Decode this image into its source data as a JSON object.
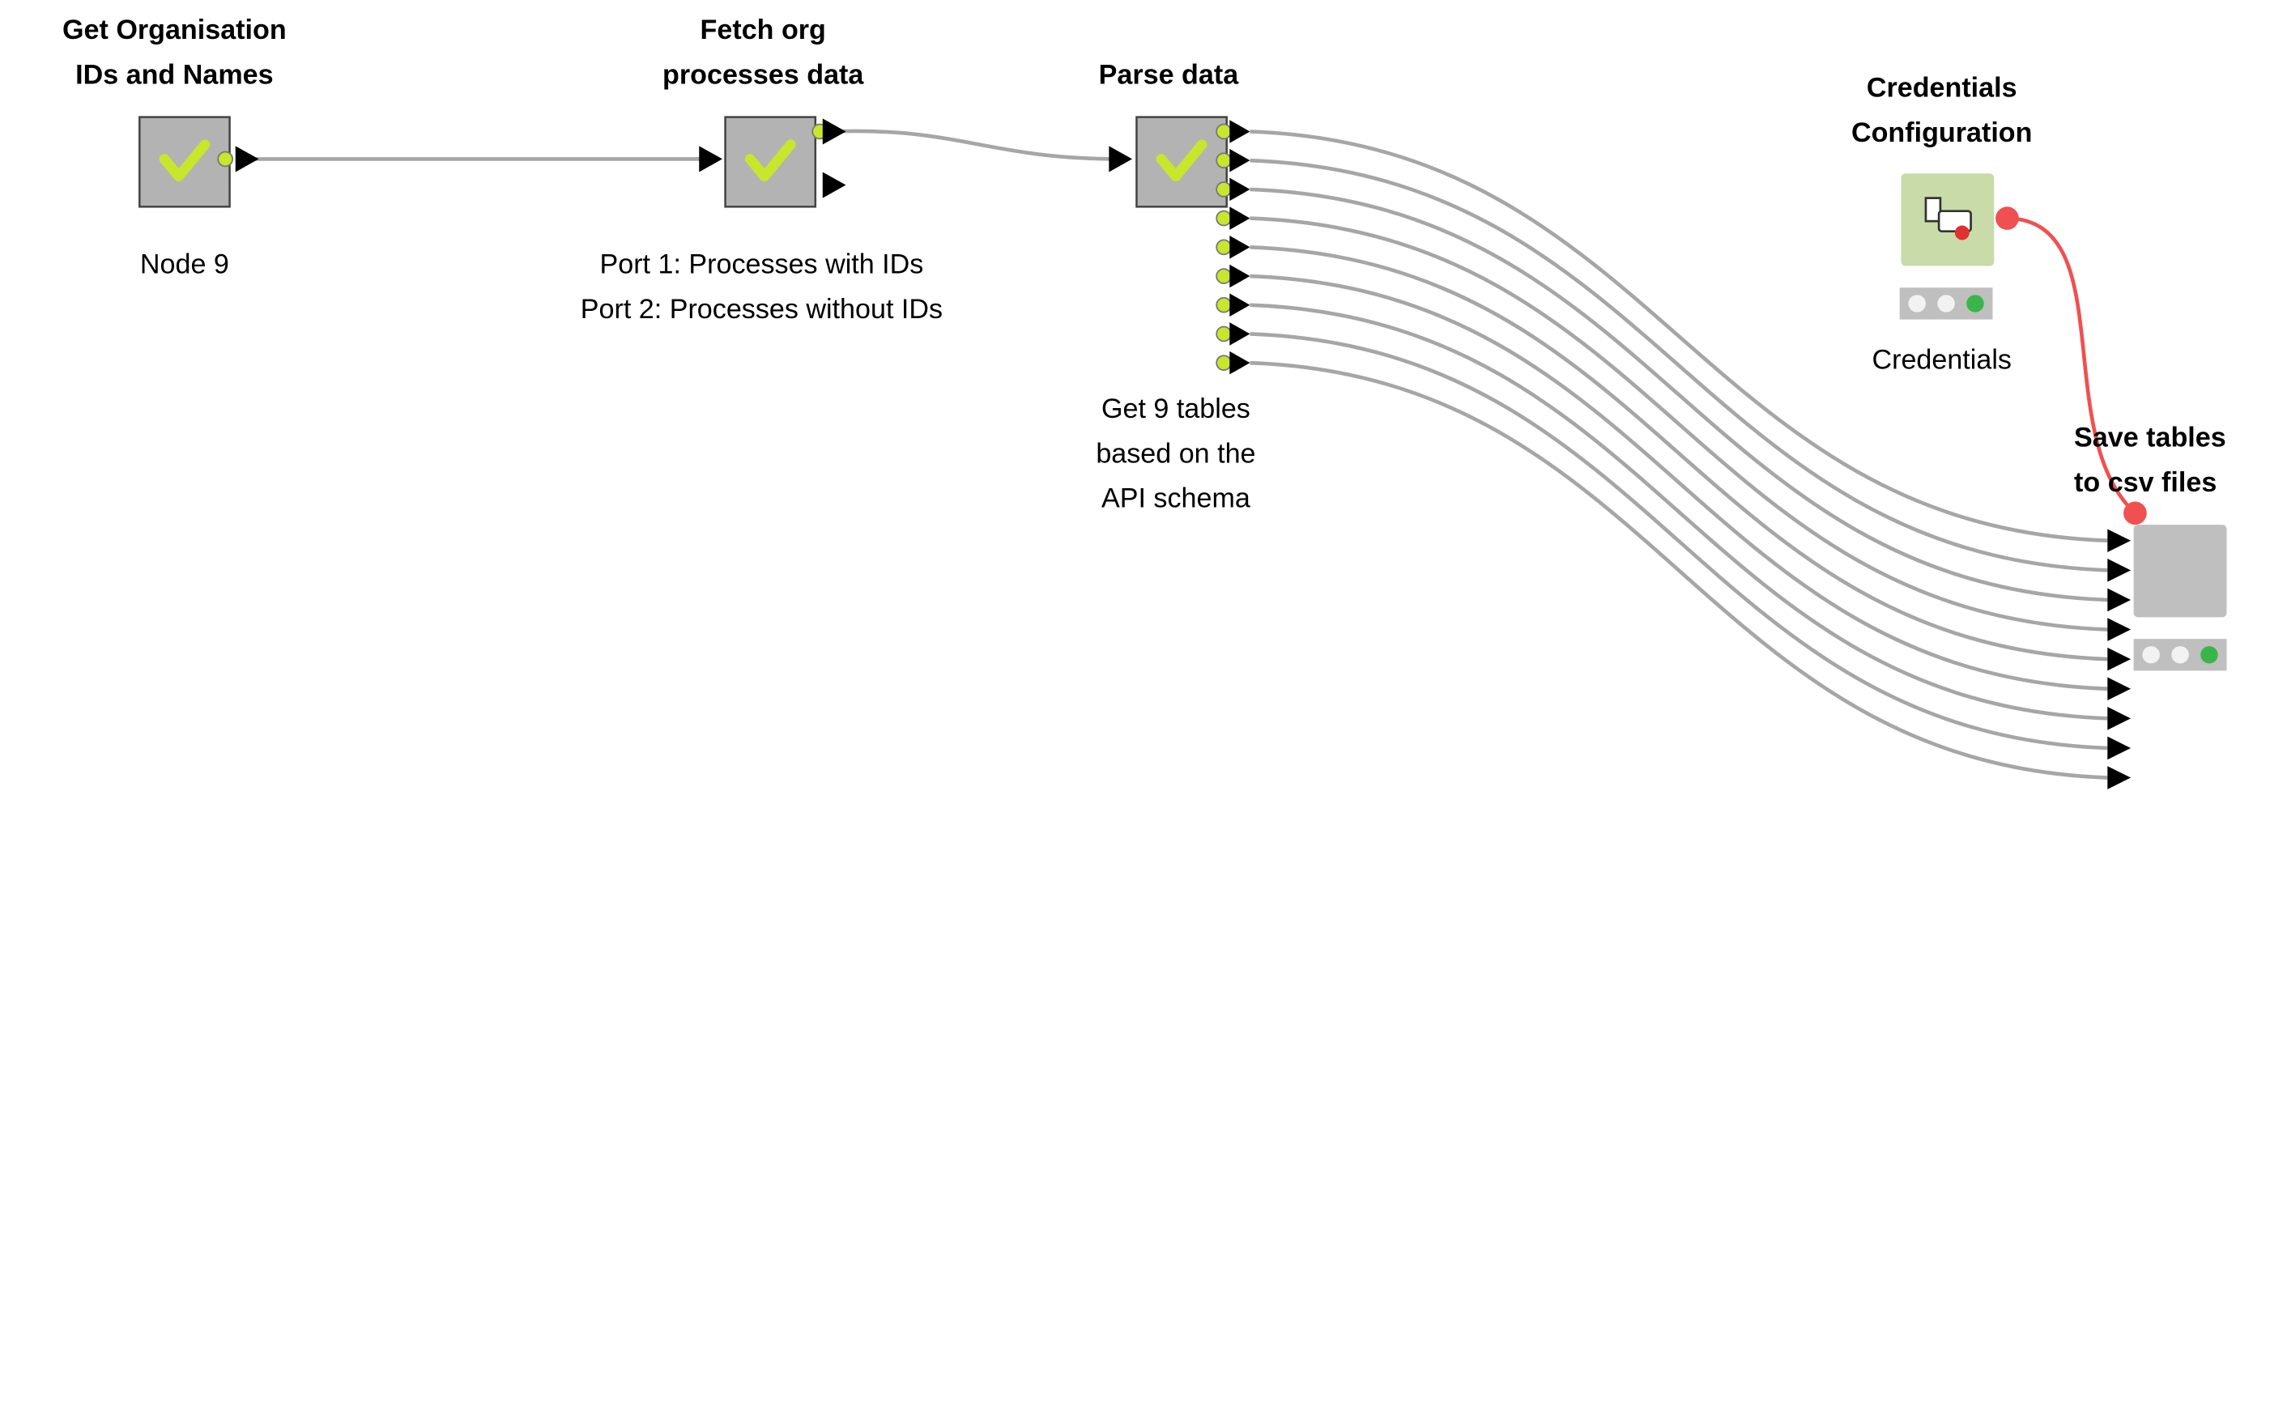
{
  "nodes": [
    {
      "title_lines": [
        "Get Organisation",
        "IDs and Names"
      ],
      "label_lines": [
        "Node 9"
      ]
    },
    {
      "title_lines": [
        "Fetch org",
        "processes data"
      ],
      "label_lines": [
        "Port 1: Processes with IDs",
        "Port 2: Processes without IDs"
      ]
    },
    {
      "title_lines": [
        "Parse data"
      ],
      "label_lines": [
        "Get 9 tables",
        "based on the",
        "API schema"
      ]
    },
    {
      "title_lines": [
        "Credentials",
        "Configuration"
      ],
      "label_lines": [
        "Credentials"
      ]
    },
    {
      "title_lines": [
        "Save tables",
        "to csv files"
      ],
      "label_lines": []
    }
  ],
  "connection_colors": {
    "data": "#a6a6a6",
    "flow_variable": "#f05050"
  },
  "node_colors": {
    "metanode": "#b3b3b3",
    "configuration": "#c9dba8",
    "checkmark": "#c8e62c"
  }
}
